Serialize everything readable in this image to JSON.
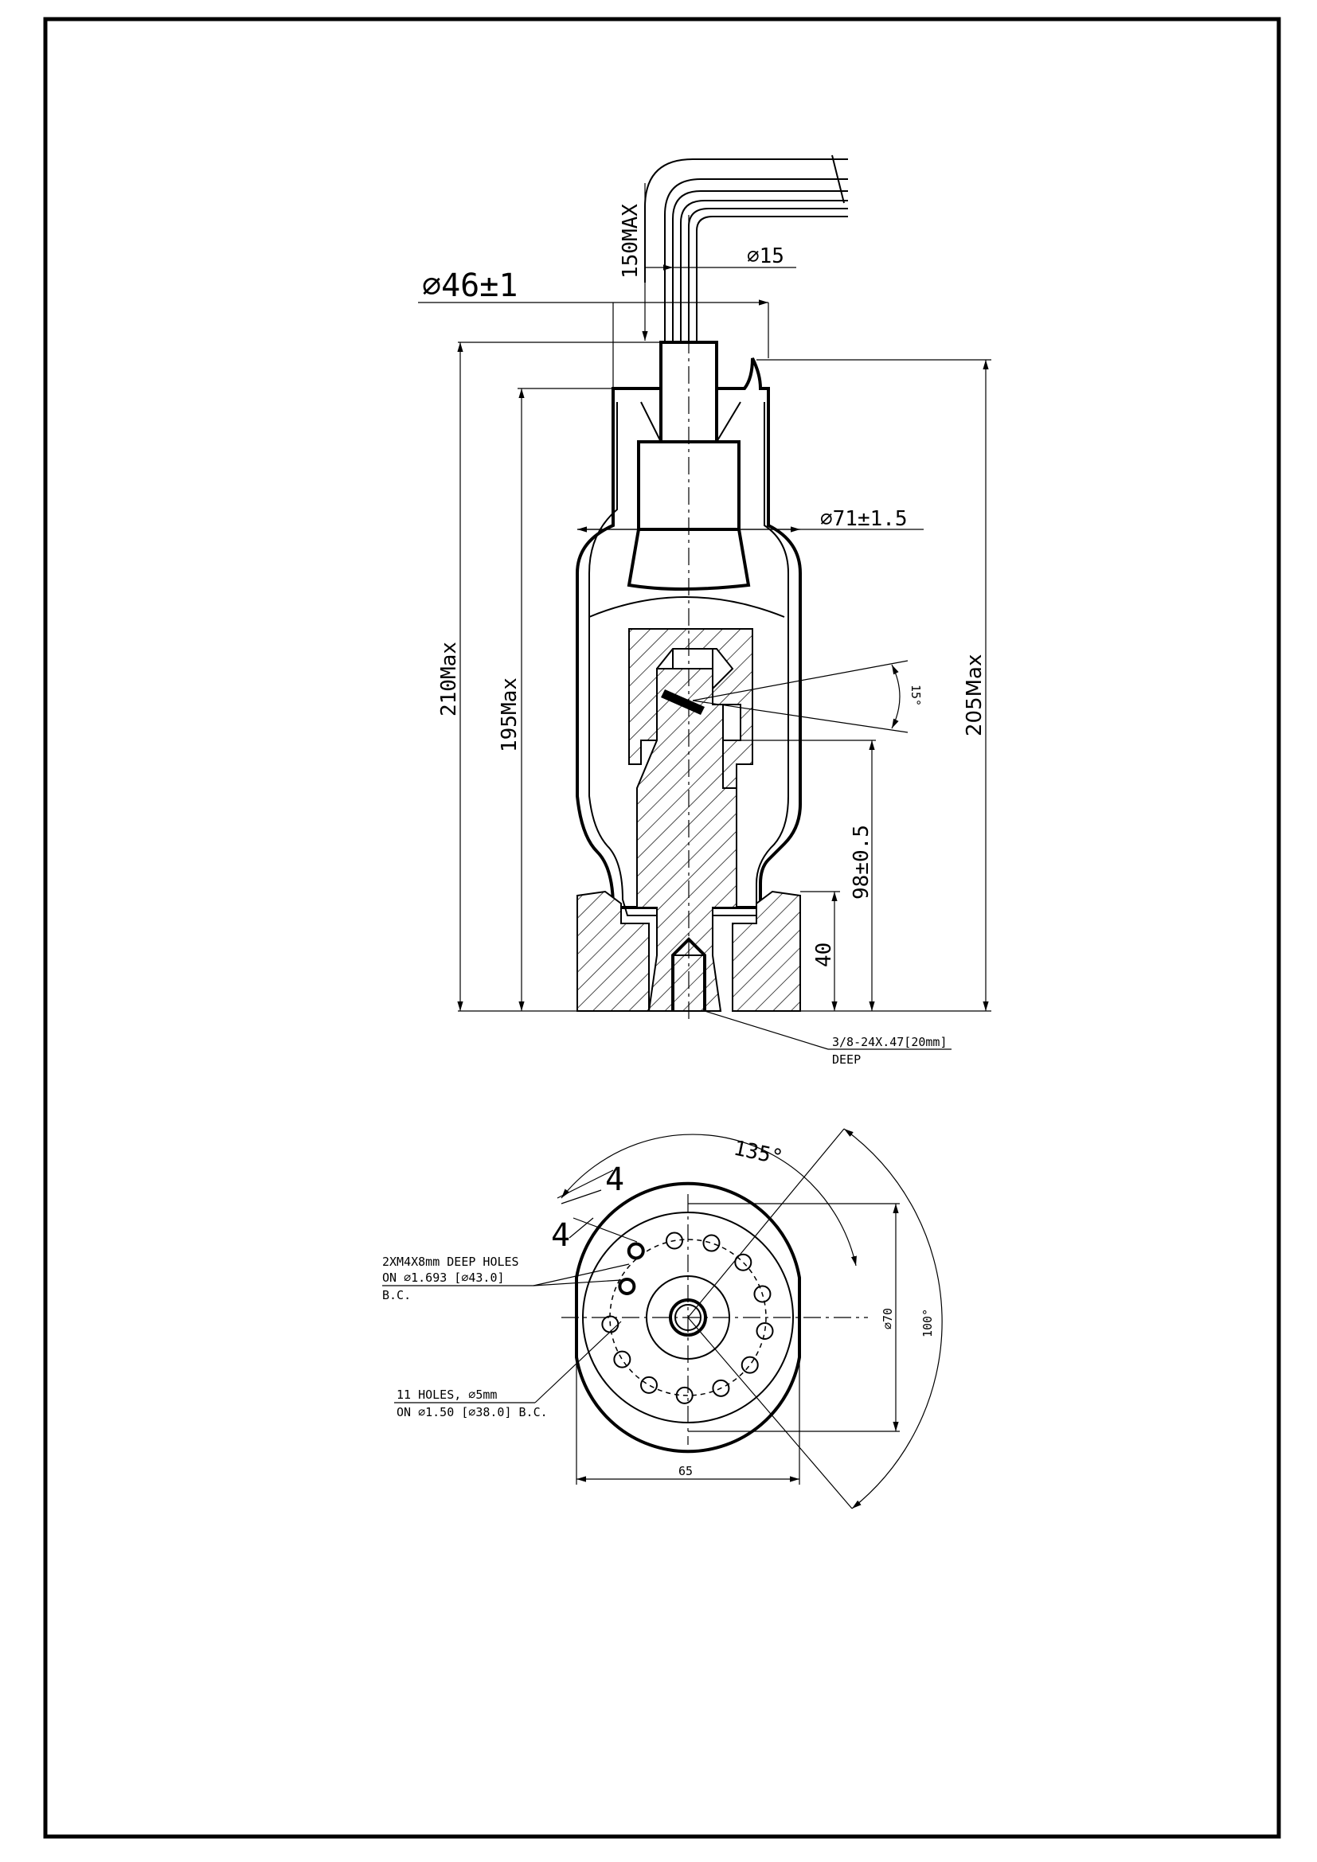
{
  "drawing": {
    "side_view": {
      "dimensions": {
        "cable_length": "150MAX",
        "core_diameter": "⌀15",
        "top_diameter": "⌀46±1",
        "body_diameter": "⌀71±1.5",
        "total_height_left": "210Max",
        "height_inner": "195Max",
        "total_height_right": "205Max",
        "angle": "15°",
        "center_height": "98±0.5",
        "base_height": "40"
      },
      "thread_note": {
        "line1": "3/8-24X.47[20mm]",
        "line2": "DEEP"
      }
    },
    "bottom_view": {
      "dimensions": {
        "angle_top": "135°",
        "spacing_a": "4",
        "spacing_b": "4",
        "diameter": "⌀70",
        "angle_right": "100°",
        "width": "65"
      },
      "mount_holes_note": {
        "line1": "2XM4X8mm DEEP HOLES",
        "line2": "ON ⌀1.693 [⌀43.0]",
        "line3": "B.C."
      },
      "pin_holes_note": {
        "line1": "11 HOLES, ⌀5mm",
        "line2": "ON ⌀1.50 [⌀38.0] B.C."
      }
    }
  }
}
